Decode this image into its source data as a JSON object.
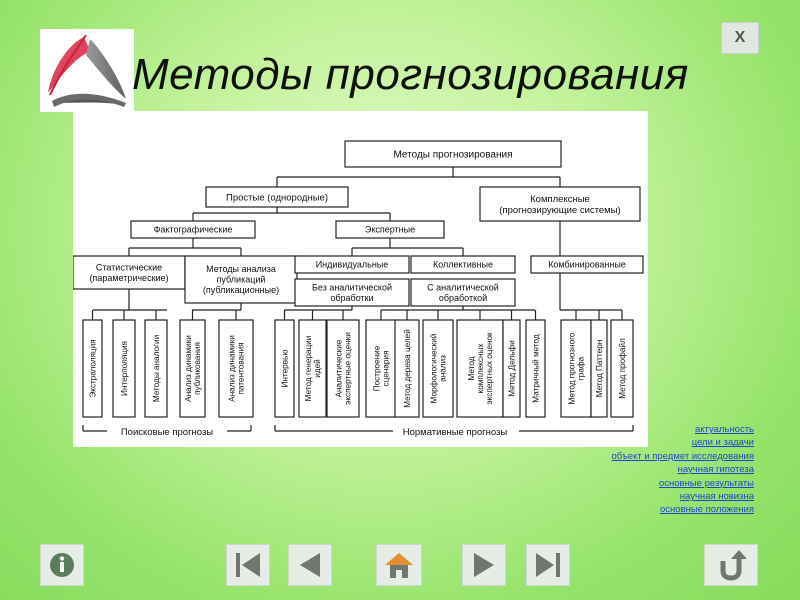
{
  "title": "Методы прогнозирования",
  "close_label": "X",
  "diagram": {
    "root": "Методы прогнозирования",
    "simple": "Простые (однородные)",
    "complex": [
      "Комплексные",
      "(прогнозирующие системы)"
    ],
    "factographic": "Фактографические",
    "expert": "Экспертные",
    "statistical": [
      "Статистические",
      "(параметрические)"
    ],
    "pub_analysis": [
      "Методы анализа",
      "публикаций",
      "(публикационные)"
    ],
    "individual": "Индивидуальные",
    "collective": "Коллективные",
    "combined": "Комбинированные",
    "no_analytic": [
      "Без аналитической",
      "обработки"
    ],
    "with_analytic": [
      "С аналитической",
      "обработкой"
    ],
    "methods": [
      [
        "Экстраполяция"
      ],
      [
        "Интерполяция"
      ],
      [
        "Методы аналогии"
      ],
      [
        "Анализ динамики",
        "публикования"
      ],
      [
        "Анализ динамики",
        "патентования"
      ],
      [
        "Интервью"
      ],
      [
        "Метод генерации",
        "идей"
      ],
      [
        "Аналитические",
        "экспертные оценки"
      ],
      [
        "Построение",
        "сценария"
      ],
      [
        "Метод дерева целей"
      ],
      [
        "Морфологический",
        "анализ"
      ],
      [
        "Метод",
        "комплексных",
        "экспертных оценок"
      ],
      [
        "Метод Дельфи"
      ],
      [
        "Матричный метод"
      ],
      [
        "Метод прогнозного",
        "графа"
      ],
      [
        "Метод Паттерн"
      ],
      [
        "Метод профайл"
      ]
    ],
    "search_label": "Поисковые прогнозы",
    "normative_label": "Нормативные прогнозы"
  },
  "links": [
    "актуальность",
    "цели и задачи",
    "объект и предмет исследования",
    "научная гипотеза",
    "основные результаты",
    "научная новизна",
    "основные положения"
  ],
  "nav": [
    "info-icon",
    "first-page-icon",
    "previous-page-icon",
    "home-icon",
    "next-page-icon",
    "last-page-icon",
    "return-icon"
  ],
  "colors": {
    "background": "#a6e97d",
    "link": "#1f45d8",
    "nav_icon": "#6f776f",
    "info_icon": "#5b7d5b",
    "home_roof": "#e0902c"
  }
}
